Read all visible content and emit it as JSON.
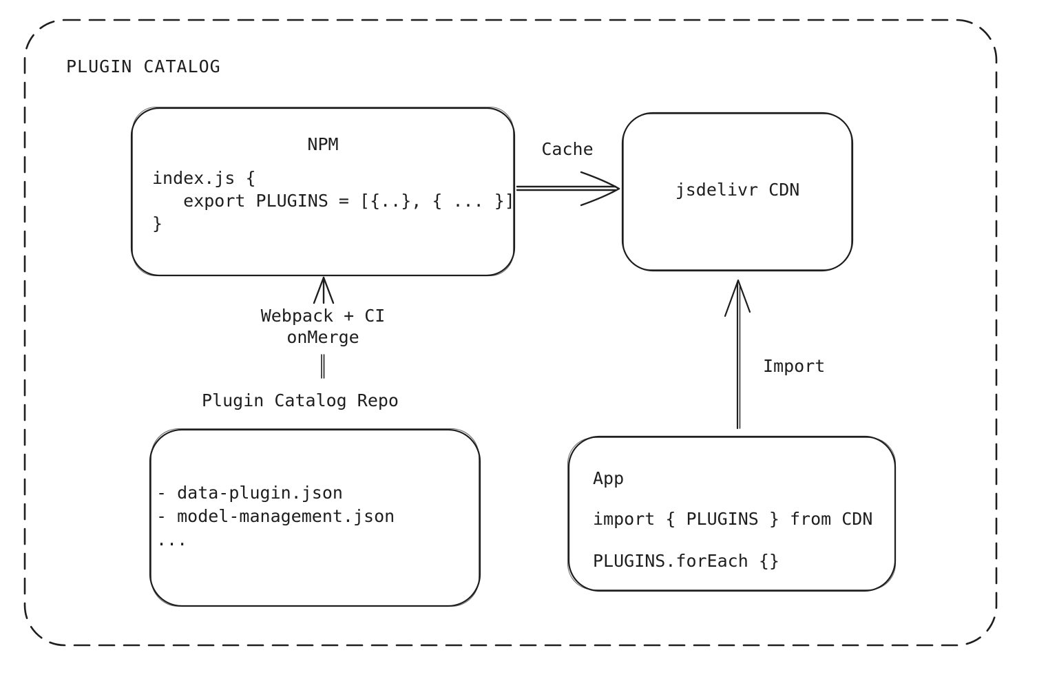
{
  "diagram": {
    "title": "PLUGIN CATALOG",
    "nodes": {
      "npm": {
        "title": "NPM",
        "code": "index.js {\n   export PLUGINS = [{..}, { ... }]\n}"
      },
      "cdn": {
        "label": "jsdelivr CDN"
      },
      "repo": {
        "label": "Plugin Catalog Repo",
        "files": "- data-plugin.json\n- model-management.json\n..."
      },
      "app": {
        "title": "App",
        "import_line": "import { PLUGINS } from CDN",
        "foreach_line": "PLUGINS.forEach {}"
      }
    },
    "edges": {
      "cache_label": "Cache",
      "build_label": "Webpack + CI\nonMerge",
      "import_label": "Import"
    },
    "colors": {
      "stroke": "#1e1e1e",
      "background": "#ffffff"
    }
  }
}
